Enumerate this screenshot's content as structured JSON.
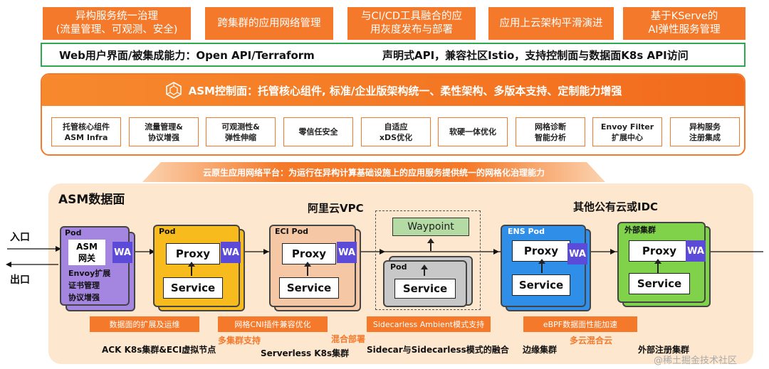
{
  "top_boxes": [
    "异构服务统一治理\n(流量管理、可观测、安全)",
    "跨集群的应用网络管理",
    "与CI/CD工具融合的应\n用灰度发布与部署",
    "应用上云架构平滑演进",
    "基于KServe的\nAI弹性服务管理"
  ],
  "api_bar": {
    "left": "Web用户界面/被集成能力：Open API/Terraform",
    "right": "声明式API，兼容社区Istio，支持控制面与数据面K8s API访问"
  },
  "control_plane": {
    "title": "ASM控制面：托管核心组件, 标准/企业版架构统一、柔性架构、多版本支持、定制能力增强",
    "features": [
      "托管核心组件\nASM Infra",
      "流量管理&\n协议增强",
      "可观测性&\n弹性伸缩",
      "零信任安全",
      "自适应\nxDS优化",
      "软硬一体优化",
      "网格诊断\n智能分析",
      "Envoy Filter\n扩展中心",
      "异构服务\n注册集成"
    ]
  },
  "platform_banner": "云原生应用网络平台：为运行在异构计算基础设施上的应用服务提供统一的网格化治理能力",
  "data_plane": {
    "title": "ASM数据面",
    "vpc_title": "阿里云VPC",
    "other_title": "其他公有云或IDC",
    "entry": "入口",
    "exit": "出口",
    "wa": "WA",
    "pod1": {
      "label": "Pod",
      "gateway": "ASM\n网关",
      "desc": "Envoy扩展\n证书管理\n协议增强"
    },
    "pod2": {
      "label": "Pod",
      "proxy": "Proxy",
      "service": "Service"
    },
    "pod3": {
      "label": "ECI Pod",
      "proxy": "Proxy",
      "service": "Service"
    },
    "waypoint": "Waypoint",
    "pod4": {
      "label": "Pod",
      "service": "Service"
    },
    "pod5": {
      "label": "ENS Pod",
      "proxy": "Proxy",
      "service": "Service"
    },
    "pod6": {
      "label": "外部集群",
      "proxy": "Proxy",
      "service": "Service"
    },
    "orange_labels": [
      "数据面的扩展及运维",
      "网格CNI插件兼容优化",
      "Sidecarless Ambient模式支持",
      "eBPF数据面性能加速"
    ],
    "orange_texts": [
      "多集群支持",
      "混合部署",
      "多云混合云"
    ],
    "bottom_texts": [
      "ACK K8s集群&ECI虚拟节点",
      "Serverless K8s集群",
      "Sidecar与Sidecarless模式的融合",
      "边缘集群",
      "外部注册集群"
    ]
  },
  "watermark": "@稀土掘金技术社区",
  "colors": {
    "orange": "#f4792a",
    "green": "#2fa84f",
    "purple": "#a486e0",
    "yellow": "#f7bb1e",
    "peach": "#f6c7a4",
    "gray": "#c8c8c8",
    "blue": "#2f8fe8",
    "lightgreen": "#7fd24a",
    "wa": "#5b4bd8"
  }
}
